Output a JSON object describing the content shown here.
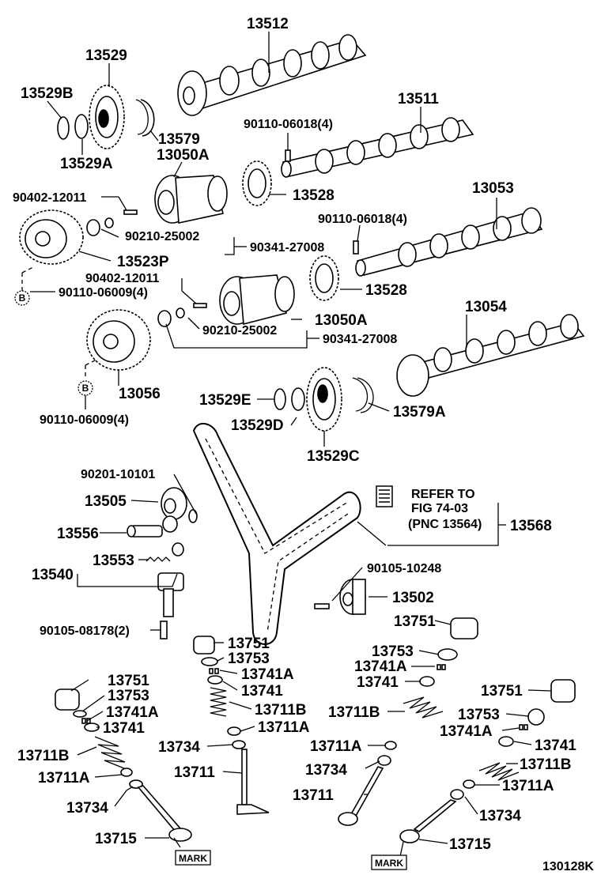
{
  "labels": {
    "p13512": "13512",
    "p13529": "13529",
    "p13529B": "13529B",
    "p13579": "13579",
    "p13529A": "13529A",
    "p13050A_top": "13050A",
    "p13511": "13511",
    "p90110_06018_a": "90110-06018(4)",
    "p90402_12011_a": "90402-12011",
    "p13528_a": "13528",
    "p13053": "13053",
    "p90110_06018_b": "90110-06018(4)",
    "p90210_25002_a": "90210-25002",
    "p90341_27008_a": "90341-27008",
    "p13523P": "13523P",
    "p90402_12011_b": "90402-12011",
    "p90110_06009_a": "90110-06009(4)",
    "p13528_b": "13528",
    "p13050A_bot": "13050A",
    "p13054": "13054",
    "p90210_25002_b": "90210-25002",
    "p90341_27008_b": "90341-27008",
    "p13056": "13056",
    "p13529E": "13529E",
    "p13579A": "13579A",
    "p13529D": "13529D",
    "p90110_06009_b": "90110-06009(4)",
    "p13529C": "13529C",
    "p90201_10101": "90201-10101",
    "refer_line1": "REFER TO",
    "refer_line2": "FIG 74-03",
    "refer_line3": "(PNC 13564)",
    "p13505": "13505",
    "p13568": "13568",
    "p13556": "13556",
    "p13553": "13553",
    "p90105_10248": "90105-10248",
    "p13540": "13540",
    "p13502": "13502",
    "p90105_08178": "90105-08178(2)",
    "p13751_r": "13751",
    "p13751_m": "13751",
    "p13753_m": "13753",
    "p13753_r": "13753",
    "p13741A_m": "13741A",
    "p13741A_r": "13741A",
    "p13741_m": "13741",
    "p13741_r": "13741",
    "p13751_l": "13751",
    "p13753_l": "13753",
    "p13711B_m": "13711B",
    "p13741A_l": "13741A",
    "p13711B_r": "13711B",
    "p13711A_m": "13711A",
    "p13741_l": "13741",
    "p13751_rr": "13751",
    "p13753_rr": "13753",
    "p13741A_rr": "13741A",
    "p13741_rr": "13741",
    "p13734_m": "13734",
    "p13711A_r": "13711A",
    "p13711B_l": "13711B",
    "p13711B_rr": "13711B",
    "p13711_m": "13711",
    "p13734_r": "13734",
    "p13711A_l": "13711A",
    "p13711A_rr": "13711A",
    "p13711_r": "13711",
    "p13734_l": "13734",
    "p13734_rr": "13734",
    "p13715_l": "13715",
    "p13715_r": "13715",
    "mark_l": "MARK",
    "mark_r": "MARK",
    "circle_b1": "B",
    "circle_b2": "B",
    "figure_code": "130128K"
  }
}
